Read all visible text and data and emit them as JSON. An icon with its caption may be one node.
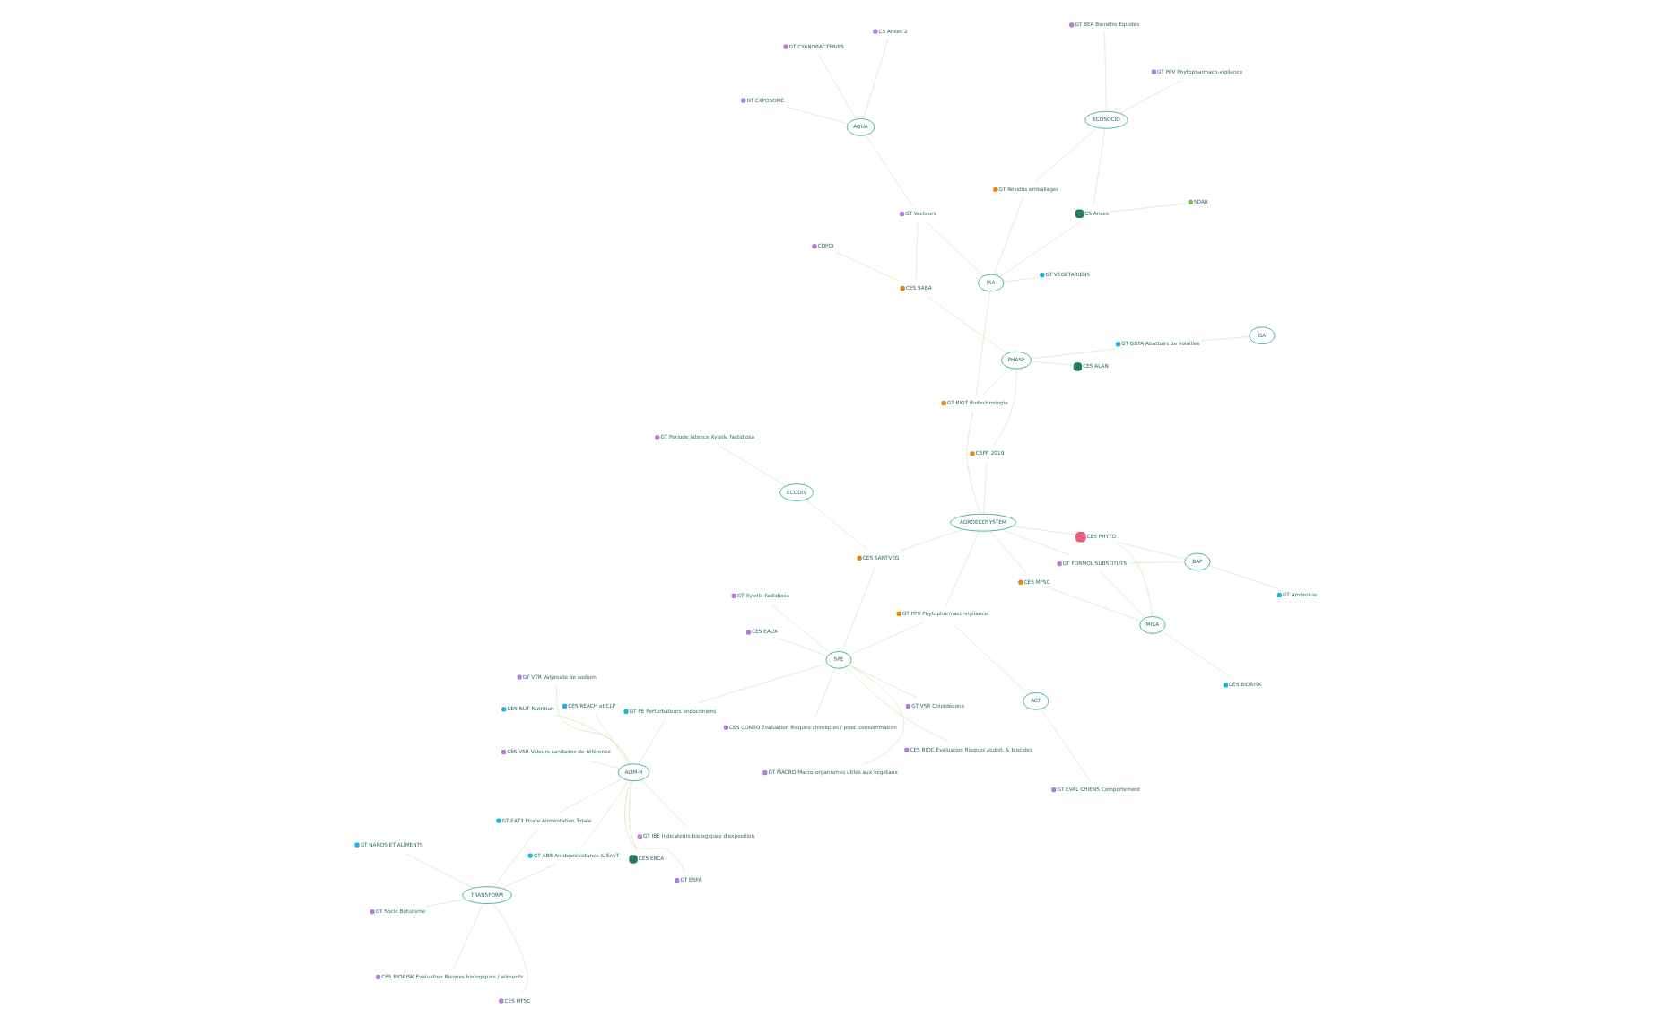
{
  "diagram": {
    "nodes": [
      {
        "text": [
          "GT Socle Botulisme"
        ]
      },
      {
        "text": [
          "CES MFSC"
        ]
      },
      {
        "text": [
          "CES BIORISK Evaluation Risques biologiques / aliments"
        ]
      },
      {
        "text": [
          "TRANSFORM"
        ]
      },
      {
        "text": [
          "GT VSR Chlordécone"
        ]
      },
      {
        "text": [
          "GT Xylella fastidiosa"
        ]
      },
      {
        "text": [
          "CES EAUX"
        ]
      },
      {
        "text": [
          "SPE"
        ]
      },
      {
        "text": [
          "CES CONSO Evaluation Risques chimiques / prod. consommation"
        ]
      },
      {
        "text": [
          "CES BIOC Evaluation Risques /subst. & biocides"
        ]
      },
      {
        "text": [
          "GT MACRO Macro-organismes utiles aux végétaux"
        ]
      },
      {
        "text": [
          "GT NANOS ET ALIMENTS"
        ]
      },
      {
        "text": [
          "GT IBE Indicateurs biologiques d'exposition"
        ]
      },
      {
        "text": [
          "GT PE Perturbateurs endocriniens"
        ]
      },
      {
        "text": [
          "GT VTR Valproate de sodium"
        ]
      },
      {
        "text": [
          "GT ESPA"
        ]
      },
      {
        "text": [
          "CES BIORISK"
        ]
      },
      {
        "text": [
          "GT EAT3 Etude Alimentation Totale"
        ]
      },
      {
        "text": [
          "CES VSR Valeurs sanitaires de référence"
        ]
      },
      {
        "text": [
          "ALIM-H"
        ]
      },
      {
        "text": [
          "CES PHYTO"
        ]
      },
      {
        "text": [
          "GT ABR Antibiorésistance & EnvT"
        ]
      },
      {
        "text": [
          "CES REACH et CLP"
        ]
      },
      {
        "text": [
          "GT Periode latence Xylella fastidiosa"
        ]
      },
      {
        "text": [
          "ECODIV"
        ]
      },
      {
        "text": [
          "BAP"
        ]
      },
      {
        "text": [
          "GT Ambroisie"
        ]
      },
      {
        "text": [
          "MICA"
        ]
      },
      {
        "text": [
          "CES ERCA"
        ]
      },
      {
        "text": [
          "CS Anses"
        ]
      },
      {
        "text": [
          "SDAR"
        ]
      },
      {
        "text": [
          "CES SANTVEG"
        ]
      },
      {
        "text": [
          "GT FORMOL SUBSTITUTS"
        ]
      },
      {
        "text": [
          "CES NUT Nutrition"
        ]
      },
      {
        "text": [
          "GT VEGETARIENS"
        ]
      },
      {
        "text": [
          "GT BEA Bienêtre Equidés"
        ]
      },
      {
        "text": [
          "GT Résidus emballages"
        ]
      },
      {
        "text": [
          "GT PPV Phytopharmaco-vigilance"
        ]
      },
      {
        "text": [
          "CES MFSC"
        ]
      },
      {
        "text": [
          "GT BIOT Biotechnologie"
        ]
      },
      {
        "text": [
          "ISA"
        ]
      },
      {
        "text": [
          "ECOSOCIO"
        ]
      },
      {
        "text": [
          "GT PPV Phytopharmaco-vigilance"
        ]
      },
      {
        "text": [
          "ACT"
        ]
      },
      {
        "text": [
          "GT Vecteurs"
        ]
      },
      {
        "text": [
          "CDPCI"
        ]
      },
      {
        "text": [
          "CES ALAN"
        ]
      },
      {
        "text": [
          "CSPR 2019"
        ]
      },
      {
        "text": [
          "GT EVAL CHIENS Comportement"
        ]
      },
      {
        "text": [
          "PHASE"
        ]
      },
      {
        "text": [
          "CES SABA"
        ]
      },
      {
        "text": [
          "GT GBPA Abattoirs de volailles"
        ]
      },
      {
        "text": [
          "AGROECOSYSTEM"
        ]
      },
      {
        "text": [
          "GA"
        ]
      },
      {
        "text": [
          "AQUA"
        ]
      },
      {
        "text": [
          "GT EXPOSOME"
        ]
      },
      {
        "text": [
          "GT CYANOBACTERIES"
        ]
      },
      {
        "text": [
          "CS Anses 2"
        ]
      }
    ],
    "edges": [
      {
        "from": 3,
        "to": 0,
        "arrow": "none"
      },
      {
        "from": 3,
        "to": 1,
        "arrow": "none"
      },
      {
        "from": 3,
        "to": 2,
        "arrow": "none"
      },
      {
        "from": 3,
        "to": 11,
        "arrow": "none"
      },
      {
        "from": 3,
        "to": 17,
        "arrow": "none"
      },
      {
        "from": 3,
        "to": 21,
        "arrow": "none"
      },
      {
        "from": 7,
        "to": 4,
        "arrow": "none"
      },
      {
        "from": 7,
        "to": 5,
        "arrow": "none"
      },
      {
        "from": 7,
        "to": 6,
        "arrow": "none"
      },
      {
        "from": 7,
        "to": 8,
        "arrow": "none"
      },
      {
        "from": 7,
        "to": 9,
        "arrow": "none"
      },
      {
        "from": 7,
        "to": 10,
        "arrow": "none"
      },
      {
        "from": 7,
        "to": 37,
        "arrow": "none"
      },
      {
        "from": 7,
        "to": 31,
        "arrow": "none"
      },
      {
        "from": 7,
        "to": 13,
        "arrow": "none"
      },
      {
        "from": 19,
        "to": 17,
        "arrow": "none"
      },
      {
        "from": 19,
        "to": 18,
        "arrow": "none"
      },
      {
        "from": 19,
        "to": 14,
        "arrow": "none"
      },
      {
        "from": 19,
        "to": 15,
        "arrow": "none"
      },
      {
        "from": 19,
        "to": 12,
        "arrow": "none"
      },
      {
        "from": 19,
        "to": 21,
        "arrow": "none"
      },
      {
        "from": 19,
        "to": 22,
        "arrow": "none"
      },
      {
        "from": 19,
        "to": 33,
        "arrow": "none"
      },
      {
        "from": 19,
        "to": 28,
        "arrow": "none"
      },
      {
        "from": 19,
        "to": 13,
        "arrow": "none"
      },
      {
        "from": 24,
        "to": 23,
        "arrow": "none"
      },
      {
        "from": 24,
        "to": 31,
        "arrow": "none"
      },
      {
        "from": 25,
        "to": 20,
        "arrow": "none"
      },
      {
        "from": 25,
        "to": 26,
        "arrow": "none"
      },
      {
        "from": 25,
        "to": 32,
        "arrow": "none"
      },
      {
        "from": 27,
        "to": 16,
        "arrow": "none"
      },
      {
        "from": 27,
        "to": 20,
        "arrow": "none"
      },
      {
        "from": 27,
        "to": 32,
        "arrow": "none"
      },
      {
        "from": 27,
        "to": 38,
        "arrow": "none"
      },
      {
        "from": 43,
        "to": 37,
        "arrow": "none"
      },
      {
        "from": 43,
        "to": 48,
        "arrow": "none"
      },
      {
        "from": 52,
        "to": 37,
        "arrow": "none"
      },
      {
        "from": 52,
        "to": 20,
        "arrow": "none"
      },
      {
        "from": 52,
        "to": 31,
        "arrow": "none"
      },
      {
        "from": 52,
        "to": 38,
        "arrow": "none"
      },
      {
        "from": 52,
        "to": 47,
        "arrow": "none"
      },
      {
        "from": 52,
        "to": 32,
        "arrow": "none"
      },
      {
        "from": 52,
        "to": 39,
        "arrow": "none"
      },
      {
        "from": 40,
        "to": 34,
        "arrow": "none"
      },
      {
        "from": 40,
        "to": 39,
        "arrow": "none"
      },
      {
        "from": 40,
        "to": 44,
        "arrow": "none"
      },
      {
        "from": 40,
        "to": 36,
        "arrow": "none"
      },
      {
        "from": 40,
        "to": 29,
        "arrow": "none"
      },
      {
        "from": 41,
        "to": 35,
        "arrow": "none"
      },
      {
        "from": 41,
        "to": 36,
        "arrow": "none"
      },
      {
        "from": 41,
        "to": 42,
        "arrow": "none"
      },
      {
        "from": 41,
        "to": 29,
        "arrow": "none"
      },
      {
        "from": 29,
        "to": 30,
        "arrow": "none"
      },
      {
        "from": 49,
        "to": 46,
        "arrow": "none"
      },
      {
        "from": 49,
        "to": 47,
        "arrow": "none"
      },
      {
        "from": 49,
        "to": 50,
        "arrow": "none"
      },
      {
        "from": 49,
        "to": 51,
        "arrow": "none"
      },
      {
        "from": 49,
        "to": 39,
        "arrow": "none"
      },
      {
        "from": 53,
        "to": 51,
        "arrow": "none"
      },
      {
        "from": 54,
        "to": 55,
        "arrow": "none"
      },
      {
        "from": 54,
        "to": 56,
        "arrow": "none"
      },
      {
        "from": 54,
        "to": 57,
        "arrow": "none"
      },
      {
        "from": 54,
        "to": 44,
        "arrow": "none"
      },
      {
        "from": 50,
        "to": 45,
        "arrow": "none"
      },
      {
        "from": 50,
        "to": 44,
        "arrow": "none"
      }
    ]
  }
}
